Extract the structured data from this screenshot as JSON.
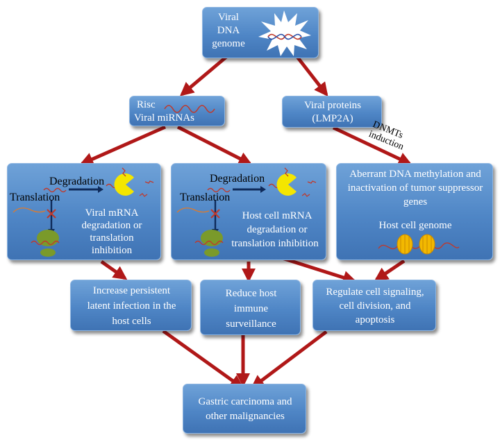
{
  "nodes": {
    "viral_dna": [
      "Viral",
      "DNA",
      "genome"
    ],
    "risc": [
      "Risc",
      "Viral miRNAs"
    ],
    "viral_proteins": [
      "Viral proteins",
      "(LMP2A)"
    ],
    "left_panel": {
      "degradation": "Degradation",
      "translation": "Translation",
      "caption": [
        "Viral mRNA",
        "degradation or",
        "translation",
        "inhibition"
      ]
    },
    "middle_panel": {
      "degradation": "Degradation",
      "translation": "Translation",
      "caption": [
        "Host cell mRNA",
        "degradation or",
        "translation inhibition"
      ]
    },
    "right_panel": {
      "text": [
        "Aberrant DNA methylation and",
        "inactivation of tumor suppressor",
        "genes"
      ],
      "genome": "Host cell genome"
    },
    "latent": [
      "Increase persistent",
      "latent infection in the",
      "host cells"
    ],
    "immune": [
      "Reduce host",
      "immune",
      "surveillance"
    ],
    "signaling": [
      "Regulate cell signaling,",
      "cell division, and",
      "apoptosis"
    ],
    "gastric": [
      "Gastric carcinoma and",
      "other malignancies"
    ]
  },
  "edge_label": [
    "DNMTs",
    "induction"
  ],
  "colors": {
    "box": "#4f86c6",
    "arrow": "#b01818",
    "rna": "#c0392b",
    "pacman": "#f4e600",
    "ribosome": "#7a9a2a",
    "nucleosome": "#f2b800"
  }
}
